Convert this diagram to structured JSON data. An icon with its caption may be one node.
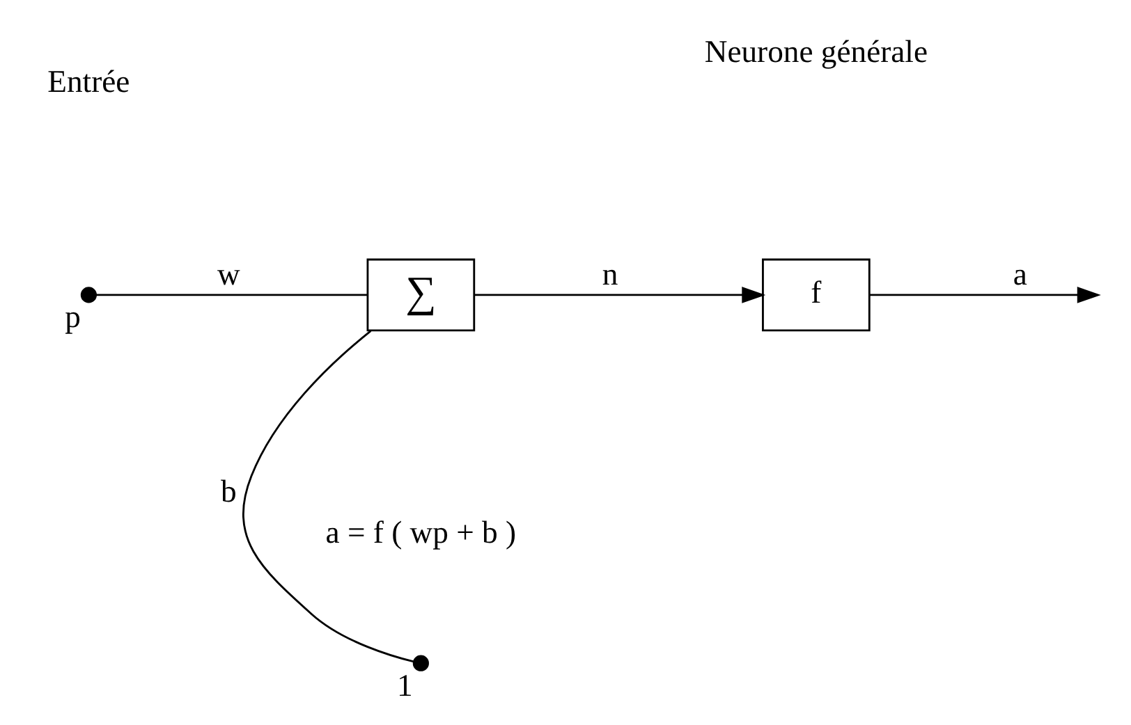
{
  "diagram": {
    "nodes": [
      {
        "text": [],
        "shape": "circle",
        "beside": [
          "p"
        ]
      },
      {
        "text": [
          "∑"
        ]
      },
      {
        "text": [
          "f"
        ]
      },
      {
        "text": [],
        "shape": "circle",
        "beside": [
          "1"
        ]
      }
    ],
    "edges": [
      {
        "from": 0,
        "to": 1,
        "arrow": "none",
        "label": "w"
      },
      {
        "from": 1,
        "to": 2,
        "arrow": "to",
        "label": "n"
      },
      {
        "from": 2,
        "to": null,
        "arrow": "to",
        "label": "a"
      },
      {
        "from": 3,
        "to": 1,
        "arrow": "none",
        "label": "b"
      }
    ],
    "labels": [
      "Entrée",
      "Neurone générale",
      "a = f ( wp + b )"
    ]
  }
}
